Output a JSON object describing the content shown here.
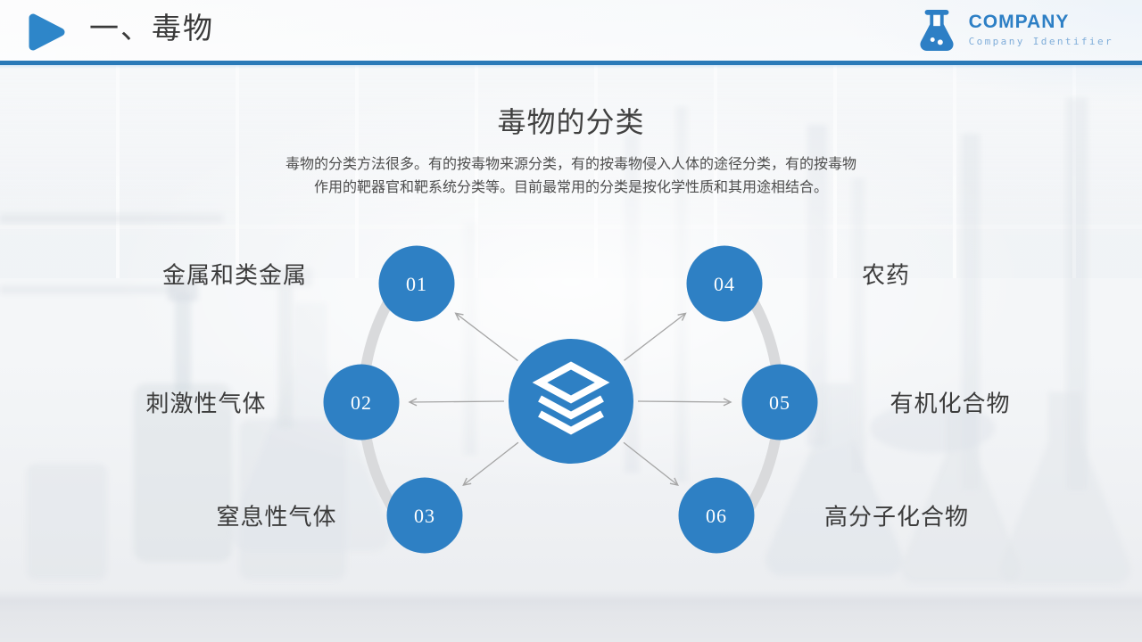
{
  "header": {
    "title": "一、毒物",
    "accent_line_color": "#2a7ab8",
    "play_icon_color": "#2e86c9"
  },
  "logo": {
    "name": "COMPANY",
    "tagline": "Company Identifier",
    "flask_icon_color": "#2d7fc5",
    "tagline_color": "#7fadd9"
  },
  "content": {
    "title": "毒物的分类",
    "description": "毒物的分类方法很多。有的按毒物来源分类，有的按毒物侵入人体的途径分类，有的按毒物作用的靶器官和靶系统分类等。目前最常用的分类是按化学性质和其用途相结合。"
  },
  "diagram": {
    "center_icon": "layers-stack-icon",
    "node_color": "#2e80c4",
    "ring_color": "#d9dadc",
    "arrow_color": "#a6a6a6",
    "nodes": [
      {
        "number": "01",
        "label": "金属和类金属"
      },
      {
        "number": "02",
        "label": "刺激性气体"
      },
      {
        "number": "03",
        "label": "窒息性气体"
      },
      {
        "number": "04",
        "label": "农药"
      },
      {
        "number": "05",
        "label": "有机化合物"
      },
      {
        "number": "06",
        "label": "高分子化合物"
      }
    ]
  }
}
